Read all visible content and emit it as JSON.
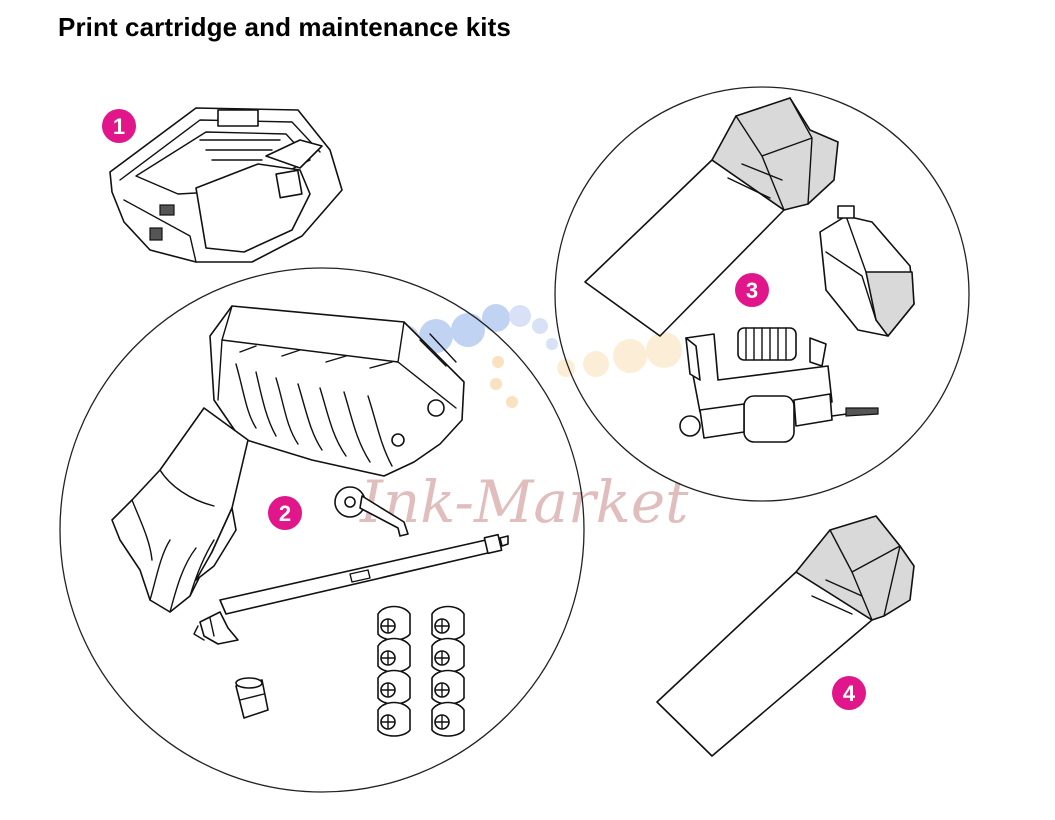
{
  "page": {
    "title": "Print cartridge and maintenance kits"
  },
  "watermark": {
    "text": "Ink-Market",
    "color": "#c98a8a",
    "dot_colors": [
      "#9fb6e6",
      "#8fb0e8",
      "#b9c9ef",
      "#f7c98b",
      "#fbe0b5"
    ]
  },
  "callouts": [
    {
      "number": "1",
      "item": "print-cartridge"
    },
    {
      "number": "2",
      "item": "maintenance-kit"
    },
    {
      "number": "3",
      "item": "adf-maintenance-kit"
    },
    {
      "number": "4",
      "item": "stapler-cartridge"
    }
  ],
  "colors": {
    "callout": "#e0168a",
    "callout_text": "#ffffff",
    "line": "#111111",
    "fill_gray": "#d9d9d9"
  }
}
